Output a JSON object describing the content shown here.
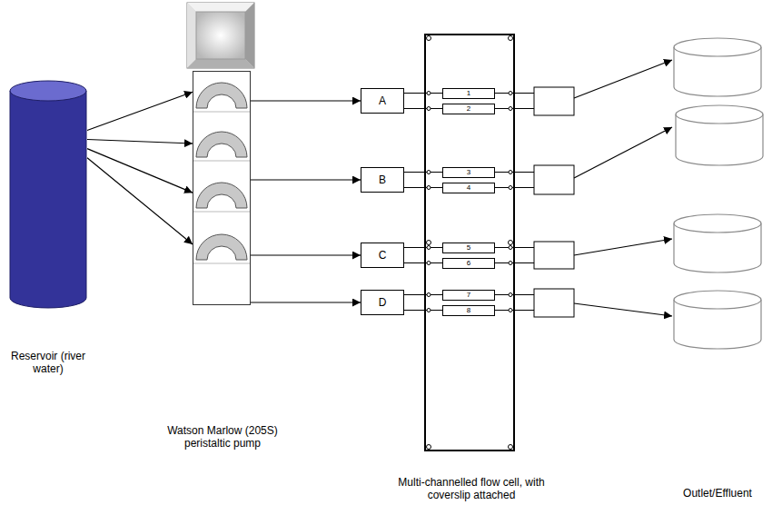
{
  "diagram": {
    "nodes": [
      {
        "text": [
          "Reservoir (river water)"
        ]
      },
      {
        "text": [
          "Watson Marlow (205S) peristaltic pump"
        ]
      },
      {
        "text": [
          "A"
        ]
      },
      {
        "text": [
          "B"
        ]
      },
      {
        "text": [
          "C"
        ]
      },
      {
        "text": [
          "D"
        ]
      },
      {
        "text": [
          "Multi-channelled flow cell, with coverslip attached"
        ]
      },
      {
        "text": [
          "1"
        ],
        "in": 6
      },
      {
        "text": [
          "2"
        ],
        "in": 6
      },
      {
        "text": [
          "3"
        ],
        "in": 6
      },
      {
        "text": [
          "4"
        ],
        "in": 6
      },
      {
        "text": [
          "5"
        ],
        "in": 6
      },
      {
        "text": [
          "6"
        ],
        "in": 6
      },
      {
        "text": [
          "7"
        ],
        "in": 6
      },
      {
        "text": [
          "8"
        ],
        "in": 6
      }
    ],
    "edges": [
      {
        "from": 0,
        "to": 1,
        "arrow": "to"
      },
      {
        "from": 0,
        "to": 1,
        "arrow": "to"
      },
      {
        "from": 0,
        "to": 1,
        "arrow": "to"
      },
      {
        "from": 0,
        "to": 1,
        "arrow": "to"
      },
      {
        "from": 1,
        "to": 2,
        "arrow": "to"
      },
      {
        "from": 1,
        "to": 3,
        "arrow": "to"
      },
      {
        "from": 1,
        "to": 4,
        "arrow": "to"
      },
      {
        "from": 1,
        "to": 5,
        "arrow": "to"
      }
    ],
    "labels": [
      "Outlet/Effluent"
    ]
  }
}
